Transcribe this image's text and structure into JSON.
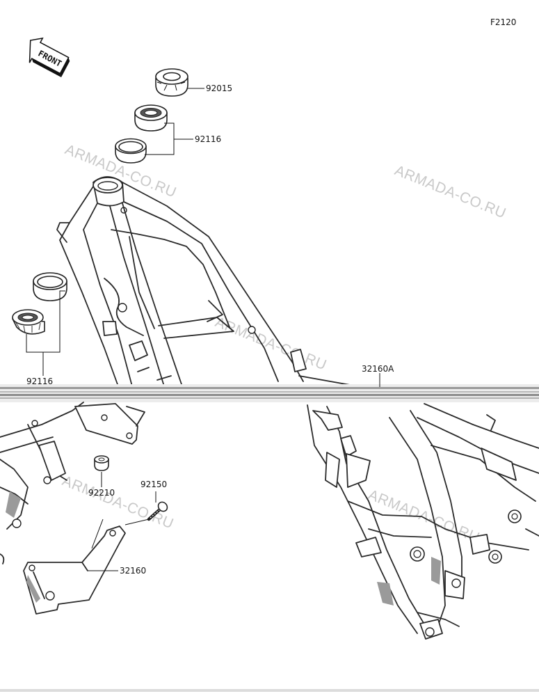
{
  "diagram": {
    "figure_code": "F2120",
    "front_label": "FRONT",
    "watermark": "ARMADA-CO.RU",
    "parts": {
      "nut": "92015",
      "bearing_upper": "92116",
      "bearing_lower": "92116",
      "frame": "32160A",
      "collar": "92210",
      "bolt": "92150",
      "bracket": "32160"
    }
  }
}
